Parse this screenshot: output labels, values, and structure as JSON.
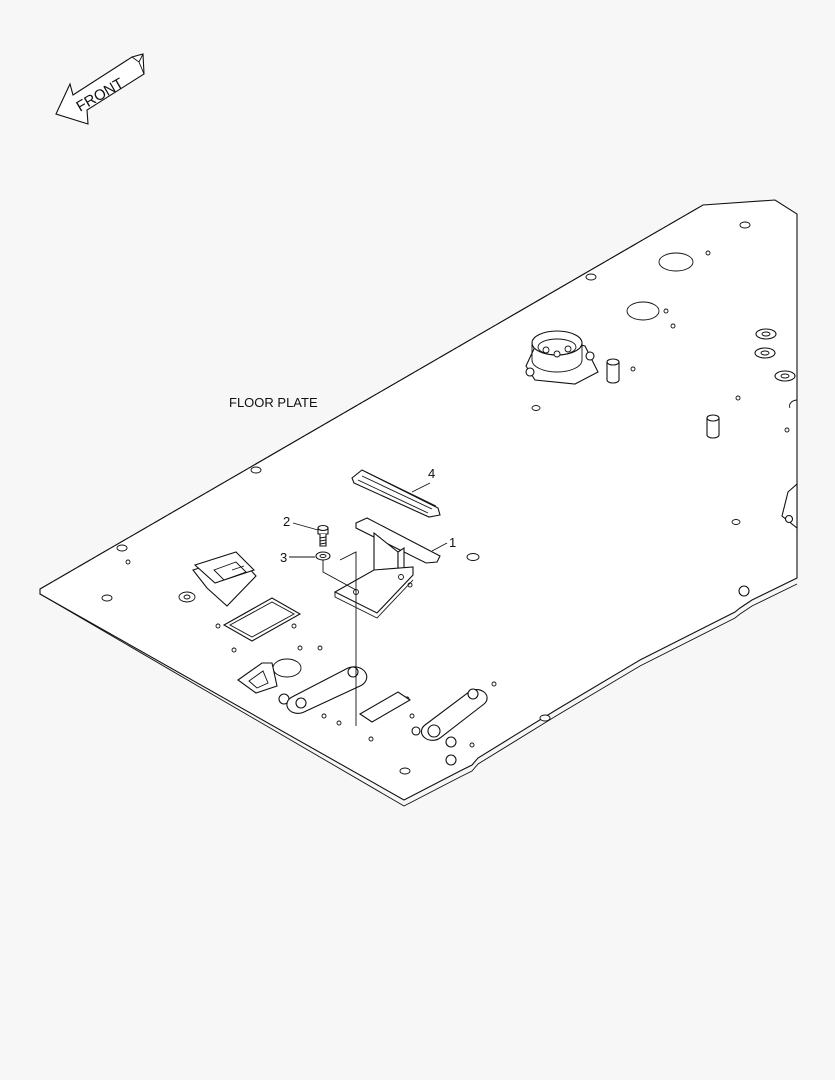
{
  "front_arrow": {
    "label": "FRONT"
  },
  "assembly": {
    "title": "FLOOR PLATE"
  },
  "callouts": [
    {
      "id": "1",
      "part": "pedal-bracket"
    },
    {
      "id": "2",
      "part": "bolt"
    },
    {
      "id": "3",
      "part": "washer"
    },
    {
      "id": "4",
      "part": "pedal-pad"
    }
  ],
  "colors": {
    "line": "#111111",
    "background": "#f7f7f7",
    "part_fill": "#ffffff"
  }
}
